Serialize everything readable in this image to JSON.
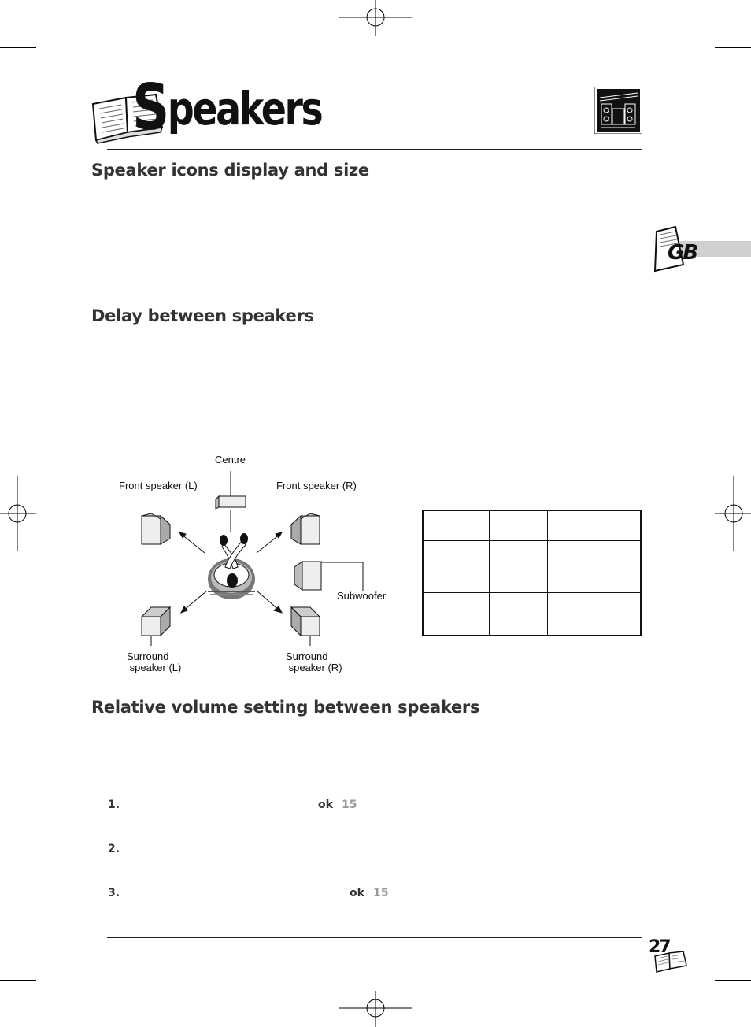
{
  "page": {
    "title_initial": "S",
    "title_rest": "peakers",
    "language_tab": "GB",
    "page_number": "27"
  },
  "sections": {
    "icons": {
      "heading": "Speaker icons display and size"
    },
    "delay": {
      "heading": "Delay between speakers"
    },
    "volume": {
      "heading": "Relative volume setting between speakers"
    }
  },
  "diagram": {
    "centre": "Centre",
    "front_left": "Front speaker (L)",
    "front_right": "Front speaker (R)",
    "subwoofer": "Subwoofer",
    "surround_left": "Surround\n speaker (L)",
    "surround_right": "Surround\n speaker (R)"
  },
  "delay_table": {
    "rows": [
      [
        "",
        "",
        ""
      ],
      [
        "",
        "",
        ""
      ],
      [
        "",
        "",
        ""
      ]
    ]
  },
  "steps": [
    {
      "number": "1.",
      "key": "ok",
      "page_ref": "15"
    },
    {
      "number": "2."
    },
    {
      "number": "3.",
      "key": "ok",
      "page_ref": "15"
    }
  ]
}
